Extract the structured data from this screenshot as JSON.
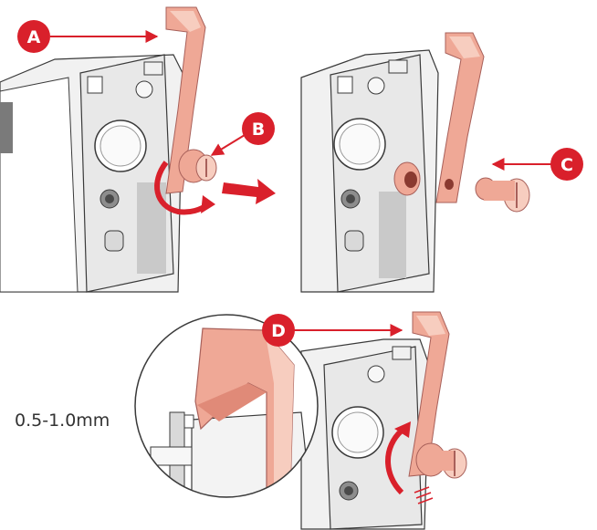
{
  "labels": {
    "a": "A",
    "b": "B",
    "c": "C",
    "d": "D"
  },
  "measurement": "0.5-1.0mm",
  "colors": {
    "callout_red": "#d9202b",
    "part_pink": "#efa896",
    "part_pink_light": "#f7cdbf",
    "part_pink_dark": "#e08a78",
    "machine_grey": "#e6e6e6",
    "machine_dark": "#bdbdbd",
    "outline": "#3a3a3a"
  },
  "icons": {
    "callout": "red-circle-leader-arrow",
    "rotate": "curved-arrow-icon",
    "pull": "block-arrow-icon"
  }
}
